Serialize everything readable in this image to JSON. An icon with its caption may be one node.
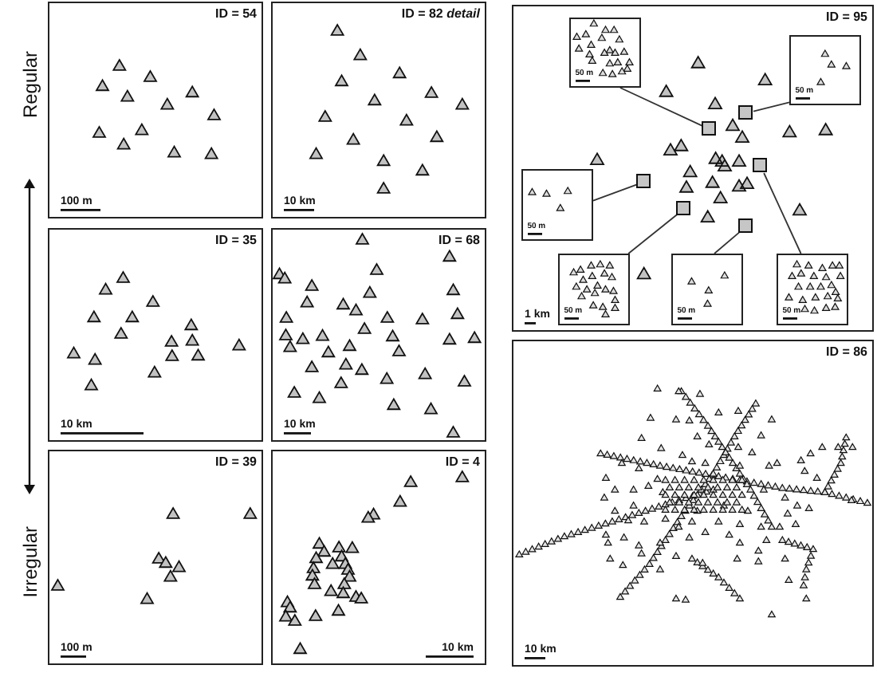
{
  "diagram": {
    "nodes": [
      {
        "text": [
          "ID = 54",
          "100 m"
        ]
      },
      {
        "text": [
          "ID = 82 *detail*",
          "10 km"
        ]
      },
      {
        "text": [
          "ID = 35",
          "10 km"
        ]
      },
      {
        "text": [
          "ID = 68",
          "10 km"
        ]
      },
      {
        "text": [
          "ID = 39",
          "100 m"
        ]
      },
      {
        "text": [
          "ID = 4",
          "10 km"
        ]
      },
      {
        "text": [
          "ID = 95",
          "1 km"
        ]
      },
      {
        "text": [
          "50 m"
        ],
        "in": 6
      },
      {
        "text": [
          "50 m"
        ],
        "in": 6
      },
      {
        "text": [
          "50 m"
        ],
        "in": 6
      },
      {
        "text": [
          "50 m"
        ],
        "in": 6
      },
      {
        "text": [
          "50 m"
        ],
        "in": 6
      },
      {
        "text": [
          "50 m"
        ],
        "in": 6
      },
      {
        "text": [],
        "shape": "box",
        "in": 6
      },
      {
        "text": [],
        "shape": "box",
        "in": 6
      },
      {
        "text": [],
        "shape": "box",
        "in": 6
      },
      {
        "text": [],
        "shape": "box",
        "in": 6
      },
      {
        "text": [],
        "shape": "box",
        "in": 6
      },
      {
        "text": [],
        "shape": "box",
        "in": 6
      },
      {
        "text": [
          "ID = 86",
          "10 km"
        ]
      }
    ],
    "edges": [
      {
        "from": 7,
        "to": 13,
        "arrow": "none"
      },
      {
        "from": 8,
        "to": 14,
        "arrow": "none"
      },
      {
        "from": 9,
        "to": 15,
        "arrow": "none"
      },
      {
        "from": 10,
        "to": 16,
        "arrow": "none"
      },
      {
        "from": 11,
        "to": 17,
        "arrow": "none"
      },
      {
        "from": 12,
        "to": 18,
        "arrow": "none"
      }
    ],
    "labels": [
      "Regular",
      "Irregular"
    ]
  }
}
